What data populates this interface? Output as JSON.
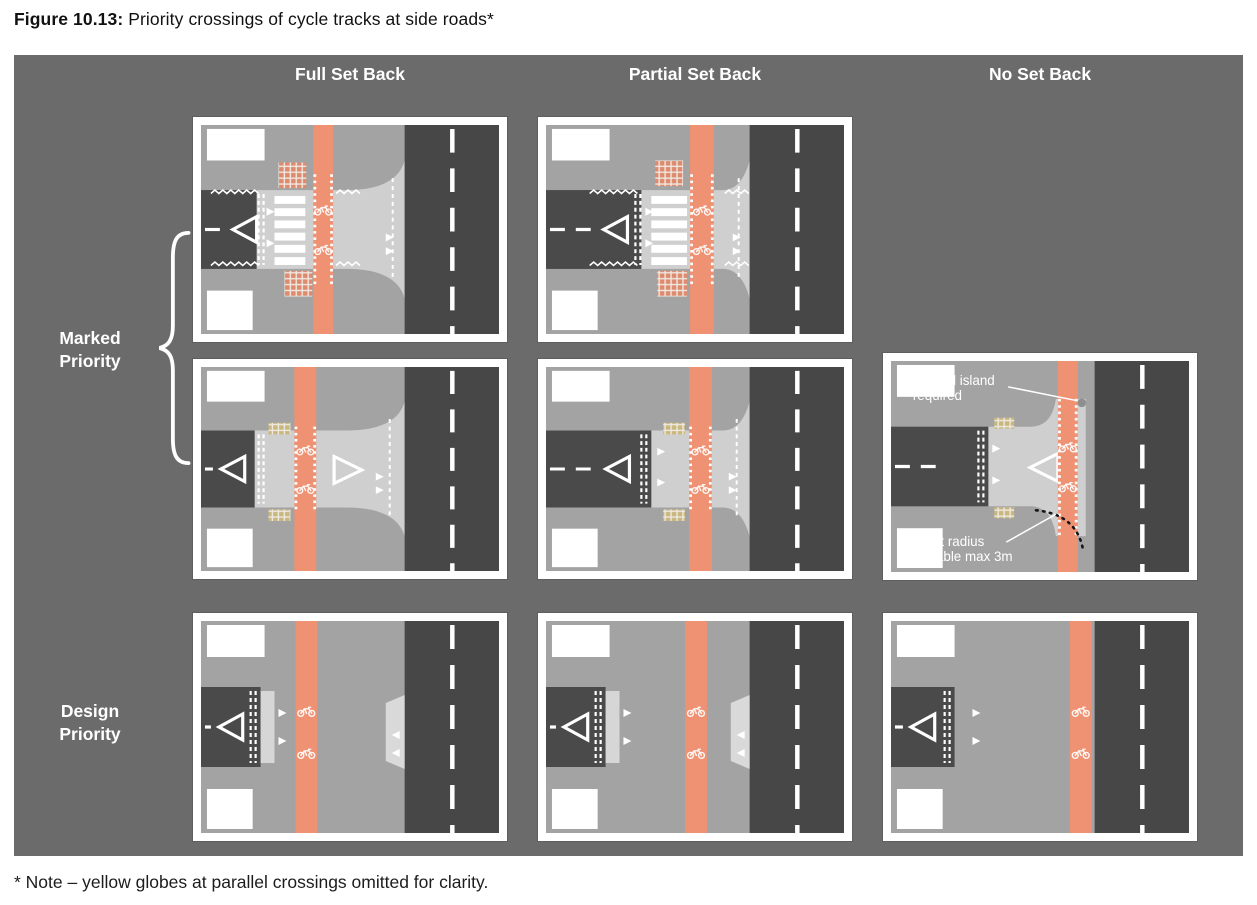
{
  "figure": {
    "label": "Figure 10.13:",
    "title": " Priority crossings of cycle tracks at side roads*"
  },
  "columns": [
    "Full Set Back",
    "Partial Set Back",
    "No Set Back"
  ],
  "row_labels": {
    "marked": {
      "line1": "Marked",
      "line2": "Priority"
    },
    "design": {
      "line1": "Design",
      "line2": "Priority"
    }
  },
  "annotations": {
    "kerbed_line1": "Kerbed island",
    "kerbed_line2": "required",
    "swept_line1": "Swept radius",
    "swept_line2": "desirable max 3m"
  },
  "footnote": "* Note – yellow globes at parallel crossings omitted for clarity.",
  "palette": {
    "panel": "#6b6b6b",
    "footway": "#a3a3a3",
    "side_road": "#4a4a4a",
    "main_road": "#474747",
    "crossing": "#cfcfcf",
    "cycle_track": "#ef9273",
    "tactile_red": "#dd8a6e",
    "tactile_buff": "#c8b87e",
    "tactile_base": "#efe9e2",
    "marking": "#ffffff",
    "ramp": "#d9d9d9",
    "island": "#8f8f8f",
    "arc": "#161616"
  }
}
